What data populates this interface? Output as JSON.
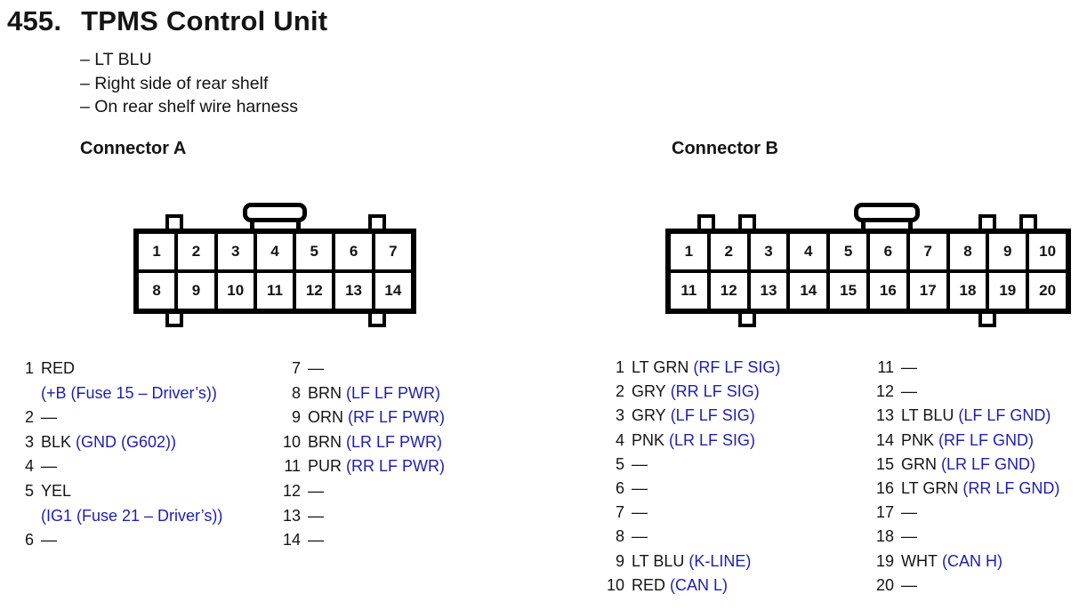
{
  "title_number": "455.",
  "title_text": "TPMS Control Unit",
  "notes": [
    "– LT BLU",
    "– Right side of rear shelf",
    "– On rear shelf wire harness"
  ],
  "colors": {
    "ink": "#141414",
    "function_blue": "#1e1eb0",
    "background": "#ffffff"
  },
  "connector_a": {
    "label": "Connector A",
    "grid_top": [
      "1",
      "2",
      "3",
      "4",
      "5",
      "6",
      "7"
    ],
    "grid_bottom": [
      "8",
      "9",
      "10",
      "11",
      "12",
      "13",
      "14"
    ],
    "pins_left": [
      {
        "num": "1",
        "wire": "RED",
        "fn": "(+B (Fuse 15 – Driver’s))",
        "two_line": true
      },
      {
        "num": "2",
        "wire": "—"
      },
      {
        "num": "3",
        "wire": "BLK",
        "fn": "(GND (G602))"
      },
      {
        "num": "4",
        "wire": "—"
      },
      {
        "num": "5",
        "wire": "YEL",
        "fn": "(IG1 (Fuse 21 – Driver’s))",
        "two_line": true
      },
      {
        "num": "6",
        "wire": "—"
      }
    ],
    "pins_right": [
      {
        "num": "7",
        "wire": "—"
      },
      {
        "num": "8",
        "wire": "BRN",
        "fn": "(LF LF PWR)"
      },
      {
        "num": "9",
        "wire": "ORN",
        "fn": "(RF LF PWR)"
      },
      {
        "num": "10",
        "wire": "BRN",
        "fn": "(LR LF PWR)"
      },
      {
        "num": "11",
        "wire": "PUR",
        "fn": "(RR LF PWR)"
      },
      {
        "num": "12",
        "wire": "—"
      },
      {
        "num": "13",
        "wire": "—"
      },
      {
        "num": "14",
        "wire": "—"
      }
    ]
  },
  "connector_b": {
    "label": "Connector B",
    "grid_top": [
      "1",
      "2",
      "3",
      "4",
      "5",
      "6",
      "7",
      "8",
      "9",
      "10"
    ],
    "grid_bottom": [
      "11",
      "12",
      "13",
      "14",
      "15",
      "16",
      "17",
      "18",
      "19",
      "20"
    ],
    "pins_left": [
      {
        "num": "1",
        "wire": "LT GRN",
        "fn": "(RF LF SIG)"
      },
      {
        "num": "2",
        "wire": "GRY",
        "fn": "(RR LF SIG)"
      },
      {
        "num": "3",
        "wire": "GRY",
        "fn": "(LF LF SIG)"
      },
      {
        "num": "4",
        "wire": "PNK",
        "fn": "(LR LF SIG)"
      },
      {
        "num": "5",
        "wire": "—"
      },
      {
        "num": "6",
        "wire": "—"
      },
      {
        "num": "7",
        "wire": "—"
      },
      {
        "num": "8",
        "wire": "—"
      },
      {
        "num": "9",
        "wire": "LT BLU",
        "fn": "(K-LINE)"
      },
      {
        "num": "10",
        "wire": "RED",
        "fn": "(CAN L)"
      }
    ],
    "pins_right": [
      {
        "num": "11",
        "wire": "—"
      },
      {
        "num": "12",
        "wire": "—"
      },
      {
        "num": "13",
        "wire": "LT BLU",
        "fn": "(LF LF GND)"
      },
      {
        "num": "14",
        "wire": "PNK",
        "fn": "(RF LF GND)"
      },
      {
        "num": "15",
        "wire": "GRN",
        "fn": "(LR LF GND)"
      },
      {
        "num": "16",
        "wire": "LT GRN",
        "fn": "(RR LF GND)"
      },
      {
        "num": "17",
        "wire": "—"
      },
      {
        "num": "18",
        "wire": "—"
      },
      {
        "num": "19",
        "wire": "WHT",
        "fn": "(CAN H)"
      },
      {
        "num": "20",
        "wire": "—"
      }
    ]
  }
}
